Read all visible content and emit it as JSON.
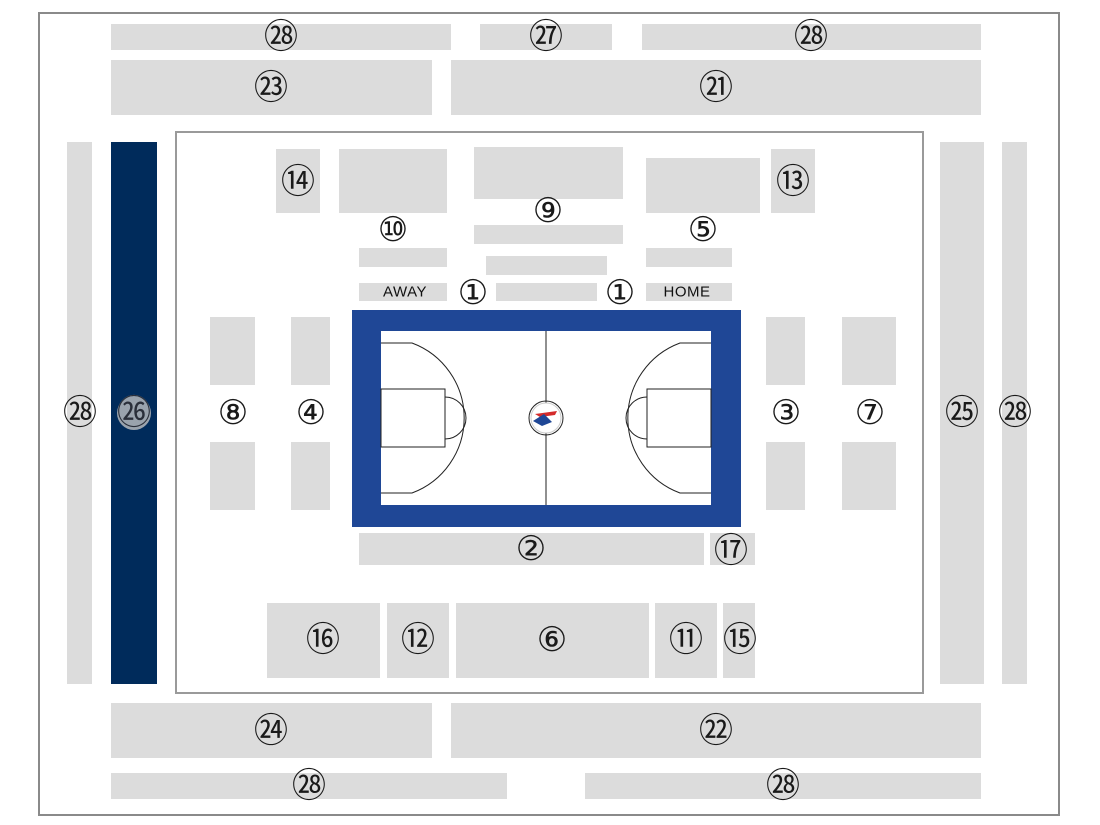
{
  "colors": {
    "section_fill": "#dcdcdc",
    "court_border": "#1f4796",
    "court_floor": "#ffffff",
    "highlight": "#002b5b",
    "highlight_badge": "#9aa3ad"
  },
  "labels": {
    "l1a": "①",
    "l1b": "①",
    "l2": "②",
    "l3": "③",
    "l4": "④",
    "l5": "⑤",
    "l6": "⑥",
    "l7": "⑦",
    "l8": "⑧",
    "l9": "⑨",
    "l10": "⑩",
    "l11": "⑪",
    "l12": "⑫",
    "l13": "⑬",
    "l14": "⑭",
    "l15": "⑮",
    "l16": "⑯",
    "l17": "⑰",
    "l21": "㉑",
    "l22": "㉒",
    "l23": "㉓",
    "l24": "㉔",
    "l25": "㉕",
    "l26": "㉖",
    "l27": "㉗",
    "l28a": "㉘",
    "l28b": "㉘",
    "l28c": "㉘",
    "l28d": "㉘",
    "l28e": "㉘",
    "l28f": "㉘"
  },
  "bench": {
    "away": "AWAY",
    "home": "HOME"
  },
  "highlighted_section": "㉖",
  "center_logo": "basketball-federation-logo"
}
